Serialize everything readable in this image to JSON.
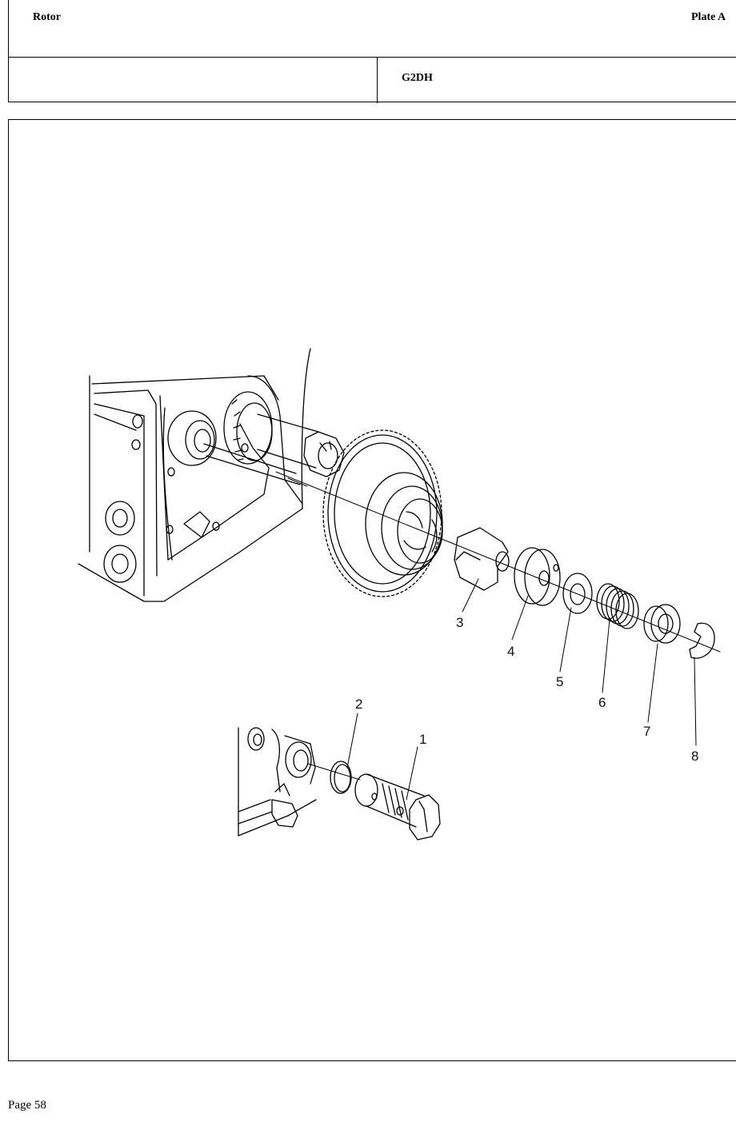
{
  "header": {
    "section_title": "Rotor",
    "plate": "Plate A",
    "model": "G2DH"
  },
  "figure": {
    "callouts": [
      "1",
      "2",
      "3",
      "4",
      "5",
      "6",
      "7",
      "8"
    ]
  },
  "footer": {
    "page": "Page 58"
  }
}
